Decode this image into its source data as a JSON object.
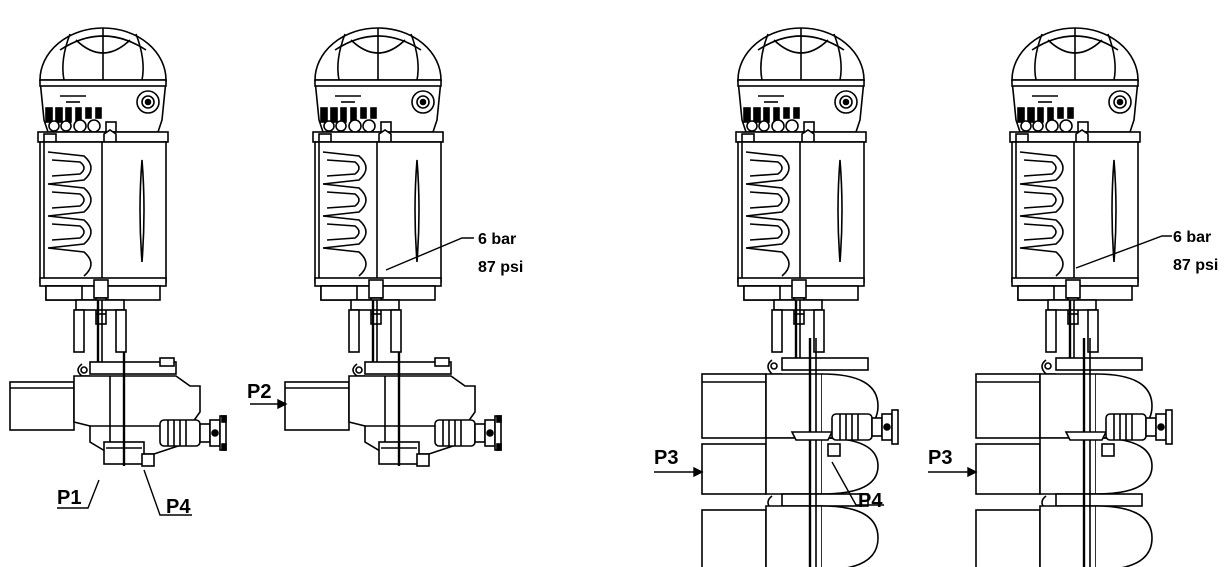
{
  "labels": {
    "p1": "P1",
    "p2": "P2",
    "p3": "P3",
    "p4": "P4"
  },
  "pressure": {
    "bar": "6 bar",
    "psi": "87 psi"
  },
  "colors": {
    "line": "#000000",
    "background": "#ffffff"
  }
}
